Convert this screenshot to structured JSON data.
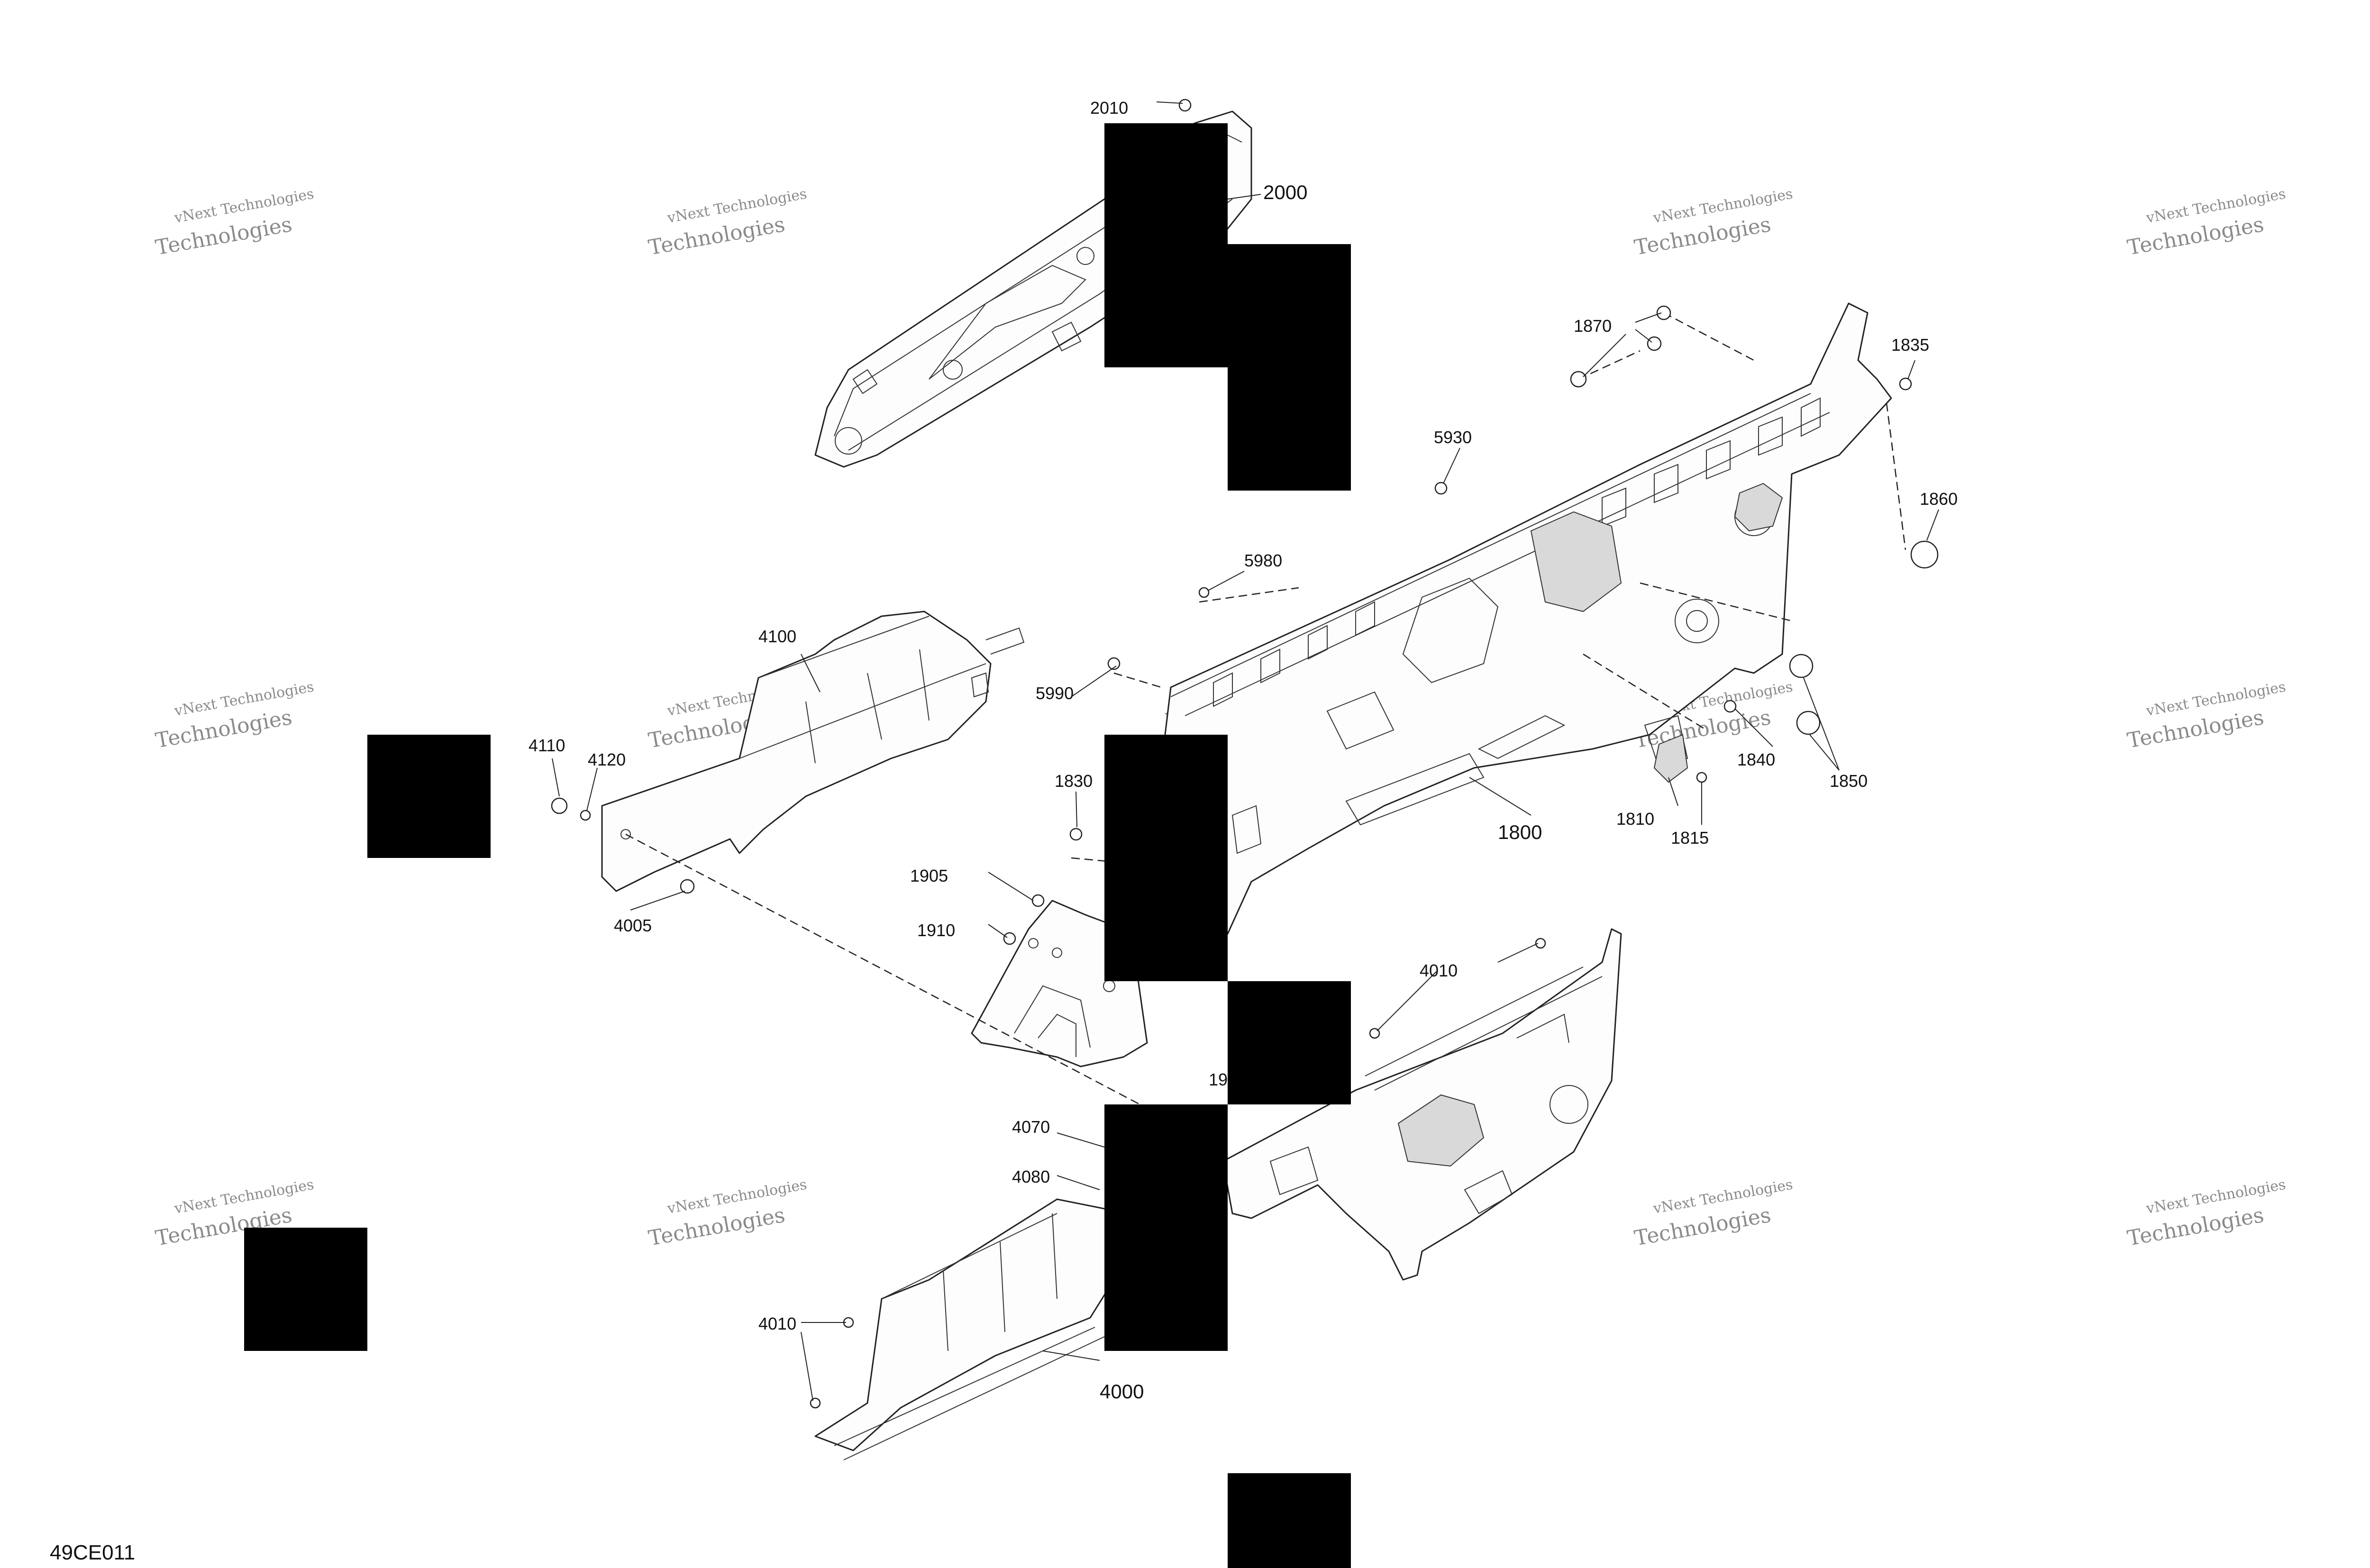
{
  "diagram_code": "49CE011",
  "watermark": {
    "line1": "vNext Technologies",
    "line2": "Technologies"
  },
  "callouts": {
    "c2010": "2010",
    "c2000": "2000",
    "c1870": "1870",
    "c1835": "1835",
    "c5930": "5930",
    "c1860": "1860",
    "c5980": "5980",
    "c4100": "4100",
    "c5990": "5990",
    "c4110": "4110",
    "c4120": "4120",
    "c1840": "1840",
    "c1850": "1850",
    "c1830": "1830",
    "c1810": "1810",
    "c1815": "1815",
    "c1800": "1800",
    "c1905": "1905",
    "c1910": "1910",
    "c4005": "4005",
    "c4010a": "4010",
    "c19": "19",
    "c4070": "4070",
    "c4080": "4080",
    "c4010b": "4010",
    "c4000": "4000"
  }
}
